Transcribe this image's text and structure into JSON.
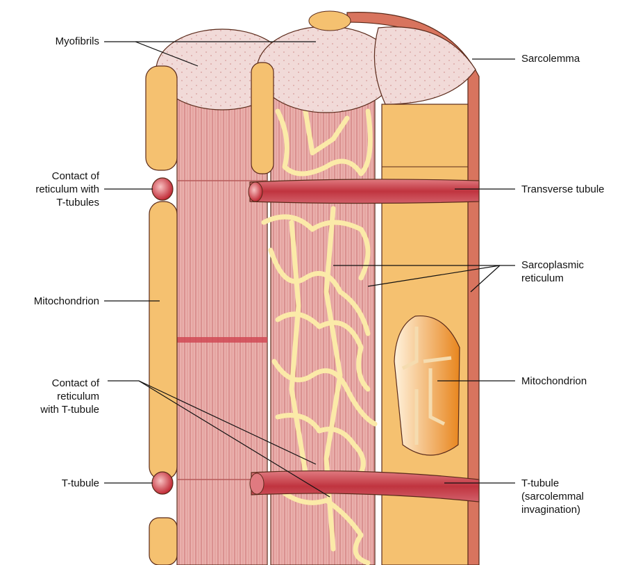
{
  "labels": {
    "myofibrils": "Myofibrils",
    "sarcolemma": "Sarcolemma",
    "contact_t_tubules": [
      "Contact of",
      "reticulum with",
      "T-tubules"
    ],
    "transverse_tubule": "Transverse tubule",
    "sarcoplasmic_reticulum": [
      "Sarcoplasmic",
      "reticulum"
    ],
    "mitochondrion_left": "Mitochondrion",
    "mitochondrion_right": "Mitochondrion",
    "contact_t_tubule": [
      "Contact of",
      "reticulum",
      "with T-tubule"
    ],
    "t_tubule_left": "T-tubule",
    "t_tubule_right": [
      "T-tubule",
      "(sarcolemmal",
      "invagination)"
    ]
  },
  "colors": {
    "myofibril": "#e9a9a6",
    "myofibril_stripe": "#c96f6f",
    "myofibril_top": "#f1d8d6",
    "mitochondrion": "#f5c170",
    "mitochondrion_dark": "#e89a2e",
    "reticulum": "#fbeaa8",
    "tubule": "#c94a52",
    "sarcolemma": "#c45a4a",
    "outline": "#5a2a1a"
  }
}
